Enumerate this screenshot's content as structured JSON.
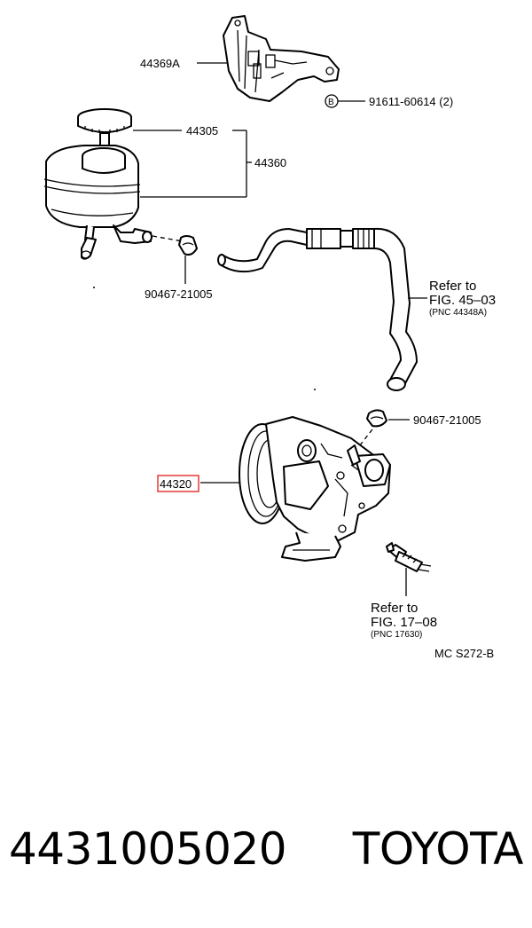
{
  "labels": {
    "bracket": "44369A",
    "bolt_symbol": "B",
    "bolt": "91611-60614 (2)",
    "cap": "44305",
    "reservoir": "44360",
    "clip_top": "90467-21005",
    "hose_ref_line1": "Refer to",
    "hose_ref_line2": "FIG. 45–03",
    "hose_ref_pnc": "(PNC 44348A)",
    "clip_right": "90467-21005",
    "pump": "44320",
    "sensor_ref_line1": "Refer to",
    "sensor_ref_line2": "FIG. 17–08",
    "sensor_ref_pnc": "(PNC 17630)",
    "code": "MC S272-B"
  },
  "footer": {
    "part_number": "4431005020",
    "brand": "TOYOTA"
  },
  "colors": {
    "highlight": "#e53935",
    "ink": "#000000"
  }
}
